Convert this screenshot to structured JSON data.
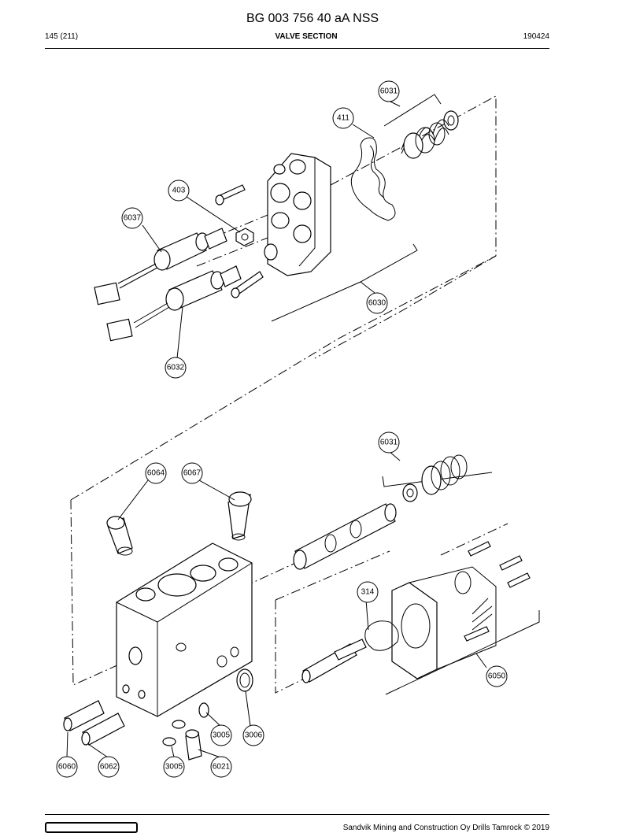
{
  "header": {
    "title": "BG 003 756 40 aA NSS",
    "page": "145 (211)",
    "section": "VALVE SECTION",
    "date": "190424"
  },
  "footer": {
    "copyright": "Sandvik Mining and Construction Oy Drills Tamrock © 2019"
  },
  "callouts": {
    "c6031a": "6031",
    "c411": "411",
    "c403": "403",
    "c6037": "6037",
    "c6030": "6030",
    "c6032": "6032",
    "c6031b": "6031",
    "c6064": "6064",
    "c6067": "6067",
    "c314": "314",
    "c6050": "6050",
    "c3005a": "3005",
    "c3006": "3006",
    "c6060": "6060",
    "c6062": "6062",
    "c3005b": "3005",
    "c6021": "6021"
  }
}
